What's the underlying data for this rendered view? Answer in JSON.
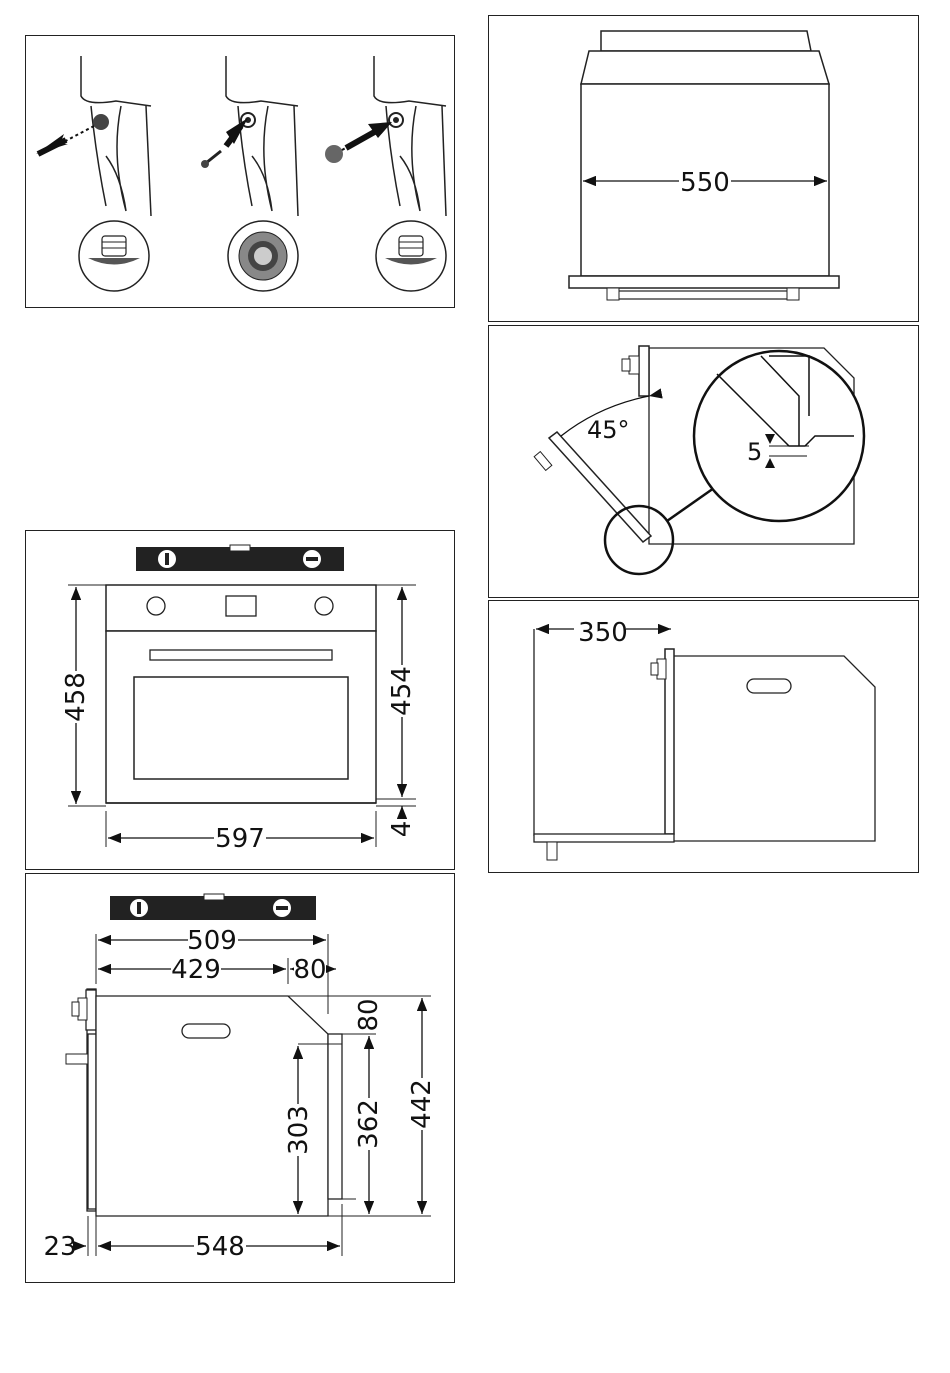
{
  "panels": {
    "screw_sequence": {},
    "width_550": {
      "width": "550"
    },
    "tilt_45": {
      "angle": "45°",
      "gap": "5"
    },
    "depth_350": {
      "depth": "350"
    },
    "front_view": {
      "height_left": "458",
      "height_right": "454",
      "bottom_gap": "4",
      "width": "597"
    },
    "side_view": {
      "depth_total": "509",
      "depth_body": "429",
      "depth_slope": "80",
      "height_slope": "80",
      "height_303": "303",
      "height_362": "362",
      "height_442": "442",
      "front_offset": "23",
      "depth_548": "548"
    }
  }
}
